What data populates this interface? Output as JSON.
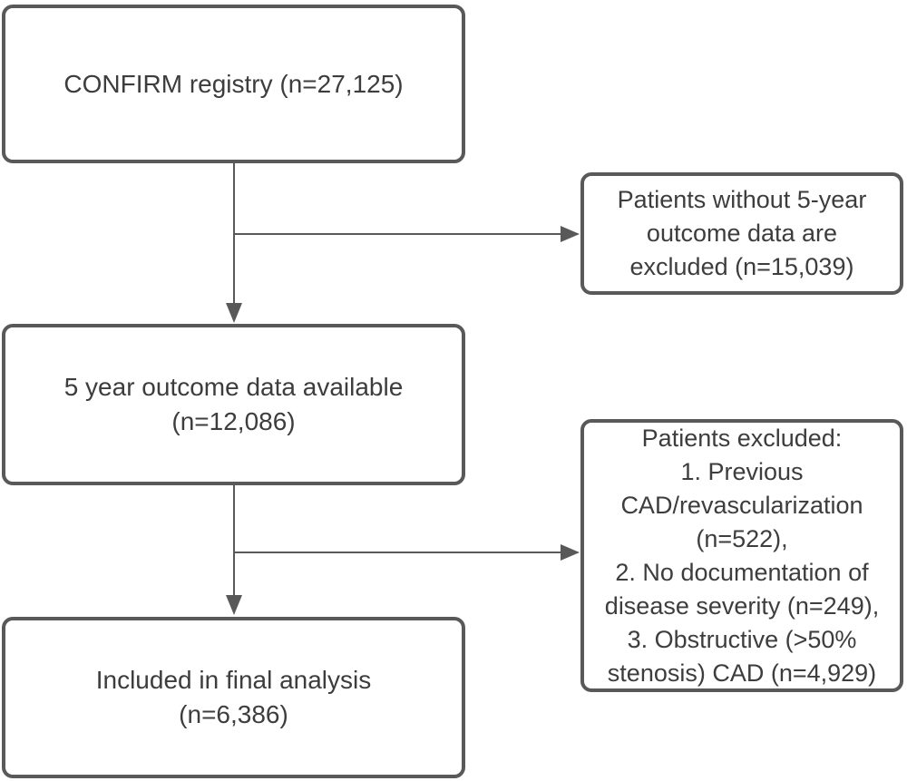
{
  "diagram": {
    "type": "patient-flow-chart",
    "colors": {
      "box_border": "#595959",
      "box_fill": "#ffffff",
      "text": "#3d3d3d",
      "arrow": "#595959",
      "background": "#ffffff"
    },
    "nodes": {
      "registry": {
        "label": "CONFIRM registry (n=27,125)"
      },
      "no_outcome": {
        "label": "Patients without 5-year\noutcome data are\nexcluded (n=15,039)"
      },
      "outcome_available": {
        "label": "5 year outcome data available\n(n=12,086)"
      },
      "excluded": {
        "label": "Patients excluded:\n1. Previous\nCAD/revascularization\n(n=522),\n2. No documentation of\ndisease severity (n=249),\n3. Obstructive (>50%\nstenosis) CAD (n=4,929)"
      },
      "final": {
        "label": "Included in final analysis\n(n=6,386)"
      }
    },
    "edges": [
      {
        "from": "registry",
        "to": "outcome_available",
        "direction": "down"
      },
      {
        "from": "registry",
        "to": "no_outcome",
        "direction": "right"
      },
      {
        "from": "outcome_available",
        "to": "final",
        "direction": "down"
      },
      {
        "from": "outcome_available",
        "to": "excluded",
        "direction": "right"
      }
    ]
  }
}
